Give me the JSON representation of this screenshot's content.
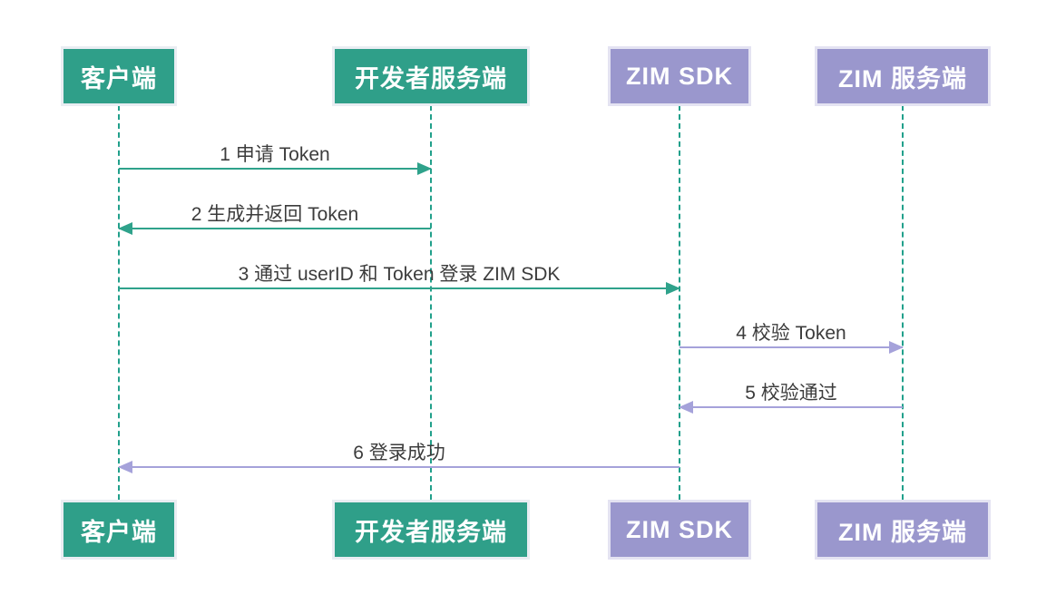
{
  "diagram_type": "sequence",
  "actors": [
    {
      "id": "client",
      "label": "客户端",
      "theme": "green"
    },
    {
      "id": "developer-server",
      "label": "开发者服务端",
      "theme": "green"
    },
    {
      "id": "zim-sdk",
      "label": "ZIM SDK",
      "theme": "purple"
    },
    {
      "id": "zim-server",
      "label": "ZIM 服务端",
      "theme": "purple"
    }
  ],
  "messages": [
    {
      "label": "1 申请 Token",
      "from": "client",
      "to": "developer-server",
      "direction": "right",
      "theme": "green"
    },
    {
      "label": "2 生成并返回 Token",
      "from": "developer-server",
      "to": "client",
      "direction": "left",
      "theme": "green"
    },
    {
      "label": "3 通过 userID 和 Token 登录 ZIM SDK",
      "from": "client",
      "to": "zim-sdk",
      "direction": "right",
      "theme": "green"
    },
    {
      "label": "4 校验 Token",
      "from": "zim-sdk",
      "to": "zim-server",
      "direction": "right",
      "theme": "purple"
    },
    {
      "label": "5 校验通过",
      "from": "zim-server",
      "to": "zim-sdk",
      "direction": "left",
      "theme": "purple"
    },
    {
      "label": "6 登录成功",
      "from": "zim-sdk",
      "to": "client",
      "direction": "left",
      "theme": "purple"
    }
  ],
  "colors": {
    "green_box": "#2f9f89",
    "green_box_border": "#e9edf2",
    "purple_box": "#9a97cd",
    "purple_box_border": "#e4e3f2",
    "green_arrow": "#2fa28b",
    "purple_arrow": "#a5a2da",
    "lifeline": "#21a08b",
    "label_text": "#3c3c3c"
  }
}
